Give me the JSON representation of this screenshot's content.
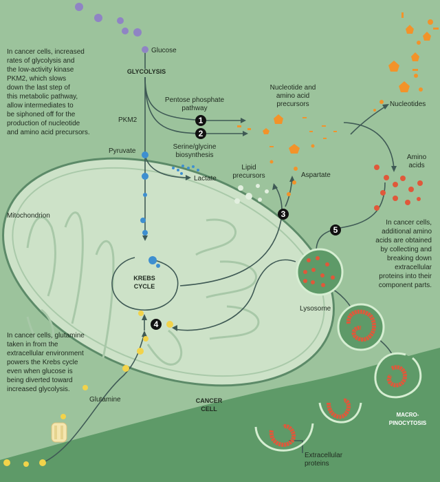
{
  "labels": {
    "glucose": "Glucose",
    "glycolysis": "GLYCOLYSIS",
    "pentose_1": "Pentose phosphate",
    "pentose_2": "pathway",
    "serine_1": "Serine/glycine",
    "serine_2": "biosynthesis",
    "pkm2": "PKM2",
    "pyruvate": "Pyruvate",
    "lactate": "Lactate",
    "nucleotide_prec_1": "Nucleotide and",
    "nucleotide_prec_2": "amino acid",
    "nucleotide_prec_3": "precursors",
    "nucleotides": "Nucleotides",
    "amino_acids_1": "Amino",
    "amino_acids_2": "acids",
    "lipid_1": "Lipid",
    "lipid_2": "precursors",
    "aspartate": "Aspartate",
    "mitochondrion": "Mitochondrion",
    "krebs_1": "KREBS",
    "krebs_2": "CYCLE",
    "lysosome": "Lysosome",
    "glutamine": "Glutamine",
    "cancer_cell_1": "CANCER",
    "cancer_cell_2": "CELL",
    "macro_1": "MACRO-",
    "macro_2": "PINOCYTOSIS",
    "extracellular_1": "Extracellular",
    "extracellular_2": "proteins"
  },
  "steps": [
    "1",
    "2",
    "3",
    "4",
    "5"
  ],
  "notes": {
    "glycolysis": [
      "In cancer cells, increased",
      "rates of glycolysis and",
      "the low-activity kinase",
      "PKM2, which slows",
      "down the last step of",
      "this metabolic pathway,",
      "allow intermediates to",
      "be siphoned  off for the",
      "production of nucleotide",
      "and amino acid precursors."
    ],
    "glutamine": [
      "In cancer cells, glutamine",
      "taken in from the",
      "extracellular environment",
      "powers the Krebs cycle",
      "even when glucose is",
      "being diverted toward",
      "increased glycolysis."
    ],
    "amino": [
      "In cancer cells,",
      "additional amino",
      "acids are obtained",
      "by collecting and",
      "breaking down",
      "extracellular",
      "proteins into their",
      "component parts."
    ]
  },
  "colors": {
    "background": "#9cc39c",
    "extracellular": "#5e9a68",
    "mitochondrion": "#cde2c8",
    "glucose": "#8f84c4",
    "pyruvate": "#3e8fd0",
    "nucleotide": "#f2932a",
    "amino_acid": "#e0583a",
    "glutamine": "#f2d34a",
    "lipid": "#e2efdf"
  }
}
